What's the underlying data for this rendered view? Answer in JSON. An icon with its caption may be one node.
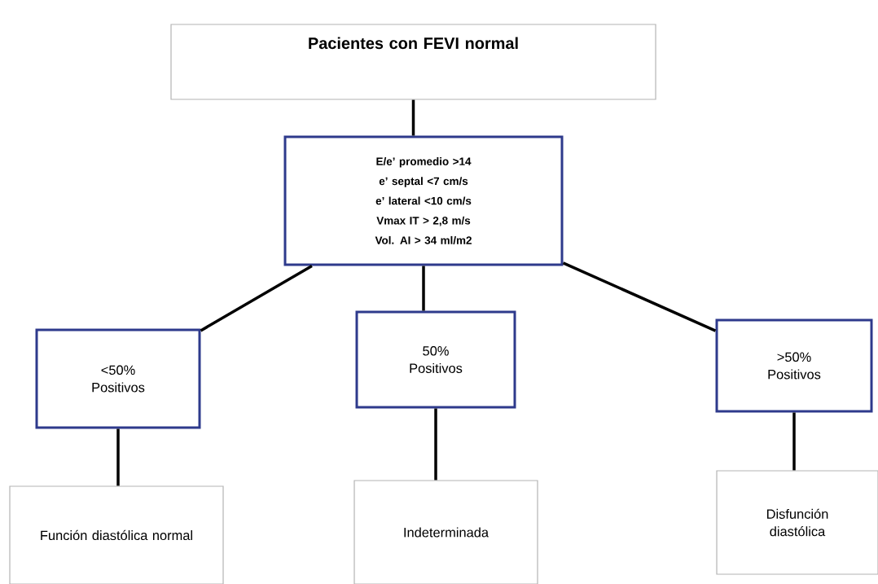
{
  "diagram": {
    "nodes": [
      {
        "text": [
          "Pacientes con FEVI normal"
        ]
      },
      {
        "text": [
          "E/e’ promedio >14",
          "e’ septal <7 cm/s",
          "e’ lateral <10 cm/s",
          "Vmax IT > 2,8 m/s",
          "Vol. AI > 34 ml/m2"
        ]
      },
      {
        "text": [
          "<50% Positivos"
        ]
      },
      {
        "text": [
          "50% Positivos"
        ]
      },
      {
        "text": [
          ">50% Positivos"
        ]
      },
      {
        "text": [
          "Función diastólica normal"
        ]
      },
      {
        "text": [
          "Indeterminada"
        ]
      },
      {
        "text": [
          "Disfunción diastólica"
        ]
      }
    ],
    "edges": [
      {
        "from": 0,
        "to": 1,
        "arrow": "none"
      },
      {
        "from": 1,
        "to": 2,
        "arrow": "none"
      },
      {
        "from": 1,
        "to": 3,
        "arrow": "none"
      },
      {
        "from": 1,
        "to": 4,
        "arrow": "none"
      },
      {
        "from": 2,
        "to": 5,
        "arrow": "none"
      },
      {
        "from": 3,
        "to": 6,
        "arrow": "none"
      },
      {
        "from": 4,
        "to": 7,
        "arrow": "none"
      }
    ]
  }
}
